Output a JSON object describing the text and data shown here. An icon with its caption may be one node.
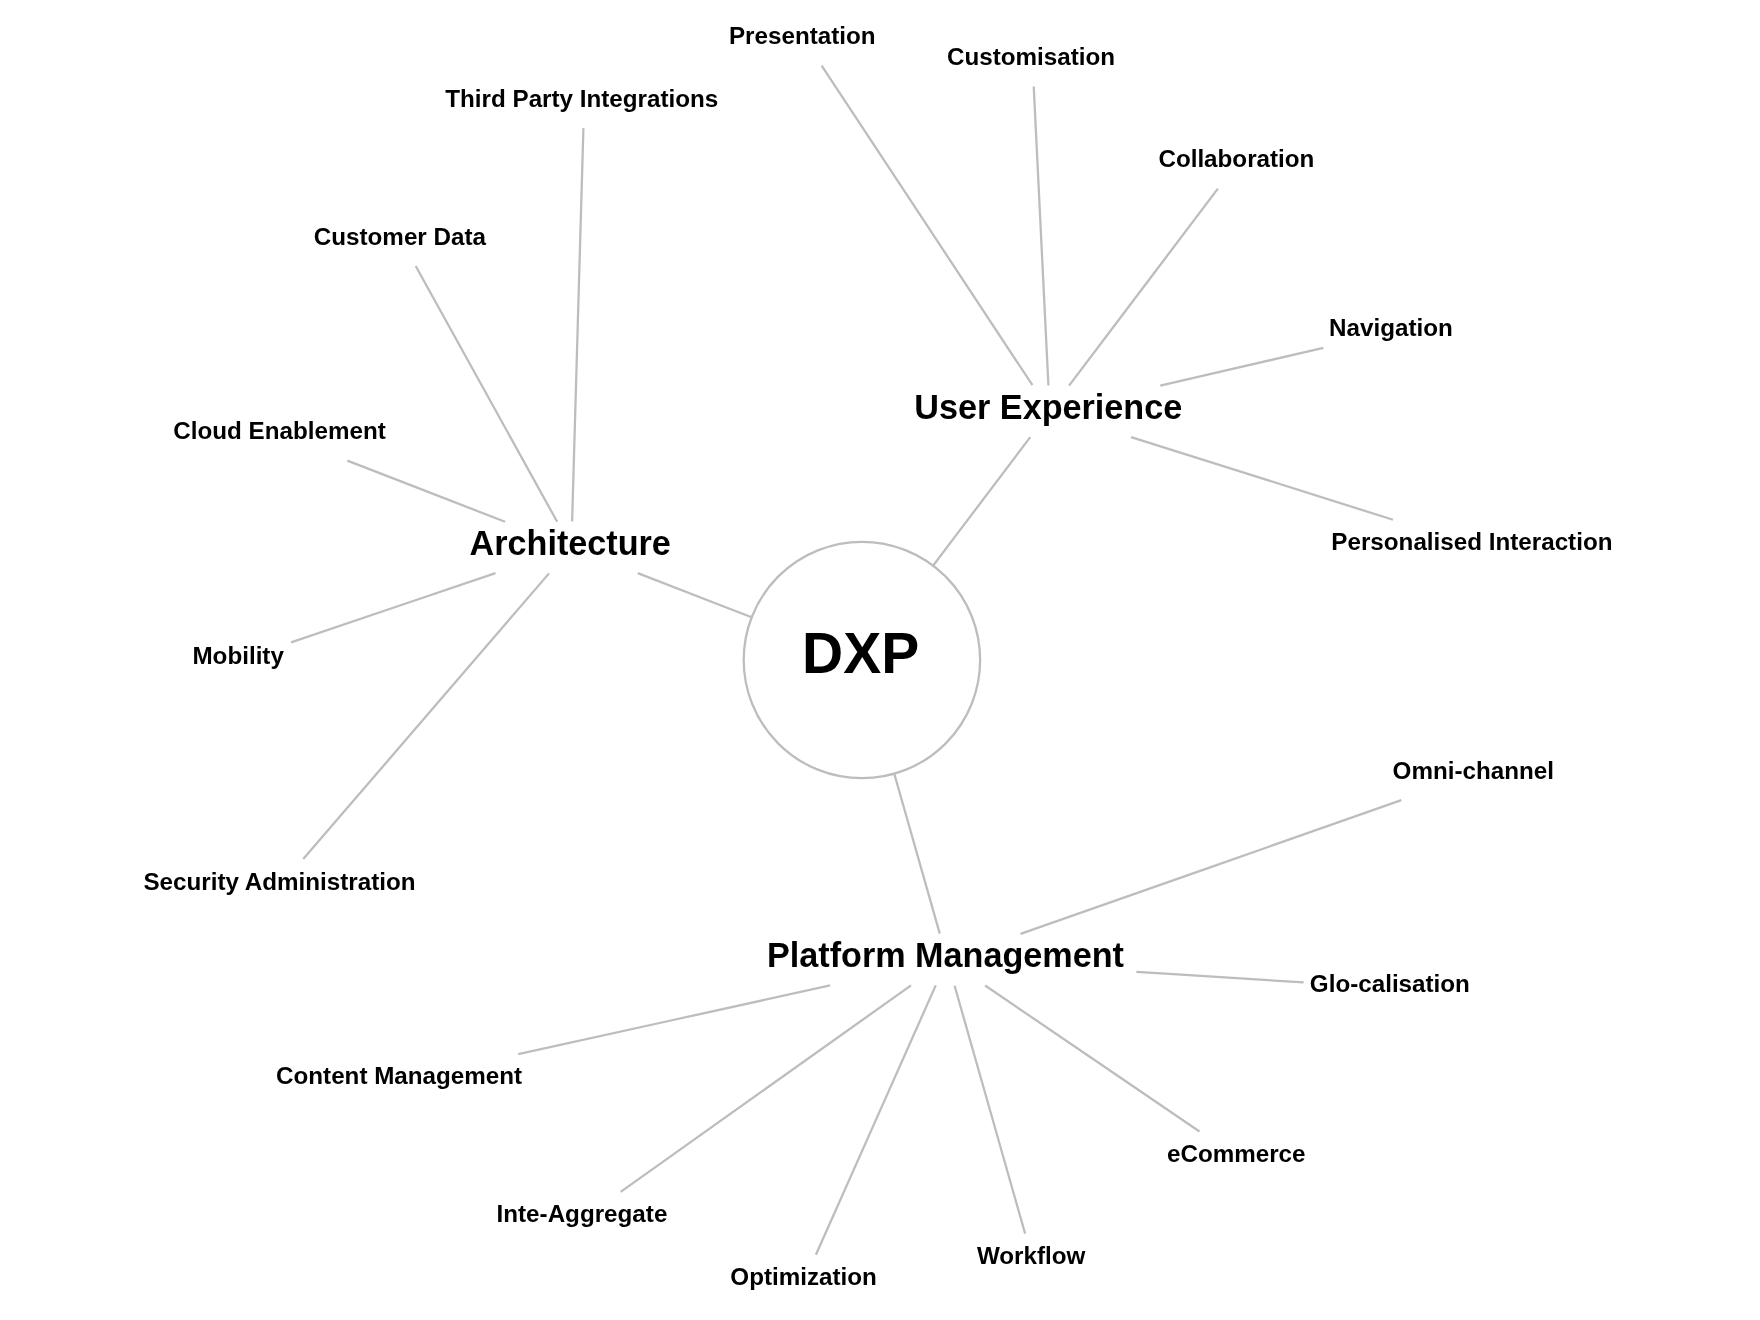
{
  "diagram": {
    "nodes": [
      {
        "text": [
          "DXP"
        ]
      },
      {
        "text": [
          "User Experience"
        ]
      },
      {
        "text": [
          "Personalised Interaction"
        ]
      },
      {
        "text": [
          "Navigation"
        ]
      },
      {
        "text": [
          "Collaboration"
        ]
      },
      {
        "text": [
          "Customisation"
        ]
      },
      {
        "text": [
          "Presentation"
        ]
      },
      {
        "text": [
          "Architecture"
        ]
      },
      {
        "text": [
          "Third Party Integrations"
        ]
      },
      {
        "text": [
          "Customer Data"
        ]
      },
      {
        "text": [
          "Cloud Enablement"
        ]
      },
      {
        "text": [
          "Mobility"
        ]
      },
      {
        "text": [
          "Security Administration"
        ]
      },
      {
        "text": [
          "Platform Management"
        ]
      },
      {
        "text": [
          "Content Management"
        ]
      },
      {
        "text": [
          "Inte-Aggregate"
        ]
      },
      {
        "text": [
          "Optimization"
        ]
      },
      {
        "text": [
          "Workflow"
        ]
      },
      {
        "text": [
          "eCommerce"
        ]
      },
      {
        "text": [
          "Glo-calisation"
        ]
      },
      {
        "text": [
          "Omni-channel"
        ]
      }
    ],
    "edges": [
      {
        "from": 0,
        "to": 1,
        "arrow": "none"
      },
      {
        "from": 0,
        "to": 7,
        "arrow": "none"
      },
      {
        "from": 0,
        "to": 13,
        "arrow": "none"
      },
      {
        "from": 1,
        "to": 2,
        "arrow": "none"
      },
      {
        "from": 1,
        "to": 3,
        "arrow": "none"
      },
      {
        "from": 1,
        "to": 4,
        "arrow": "none"
      },
      {
        "from": 1,
        "to": 5,
        "arrow": "none"
      },
      {
        "from": 1,
        "to": 6,
        "arrow": "none"
      },
      {
        "from": 7,
        "to": 8,
        "arrow": "none"
      },
      {
        "from": 7,
        "to": 9,
        "arrow": "none"
      },
      {
        "from": 7,
        "to": 10,
        "arrow": "none"
      },
      {
        "from": 7,
        "to": 11,
        "arrow": "none"
      },
      {
        "from": 7,
        "to": 12,
        "arrow": "none"
      },
      {
        "from": 13,
        "to": 14,
        "arrow": "none"
      },
      {
        "from": 13,
        "to": 15,
        "arrow": "none"
      },
      {
        "from": 13,
        "to": 16,
        "arrow": "none"
      },
      {
        "from": 13,
        "to": 17,
        "arrow": "none"
      },
      {
        "from": 13,
        "to": 18,
        "arrow": "none"
      },
      {
        "from": 13,
        "to": 19,
        "arrow": "none"
      },
      {
        "from": 13,
        "to": 20,
        "arrow": "none"
      }
    ]
  }
}
